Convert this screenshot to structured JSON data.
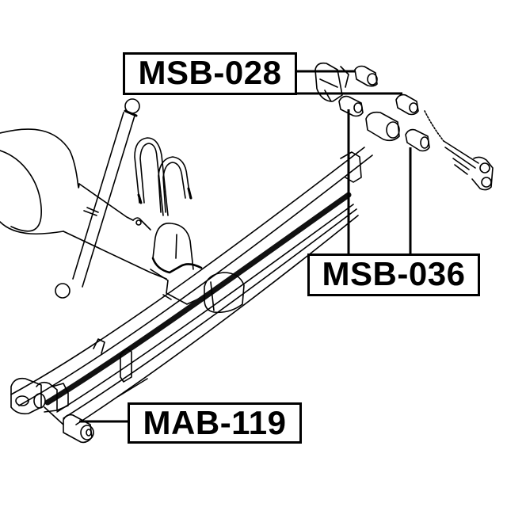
{
  "diagram": {
    "title": "Rear leaf spring suspension exploded view",
    "colors": {
      "ink": "#000000",
      "background": "#ffffff"
    },
    "callouts": [
      {
        "id": "msb-028",
        "label": "MSB-028",
        "points_to": "front shackle bushings"
      },
      {
        "id": "msb-036",
        "label": "MSB-036",
        "points_to": "spring eye / shackle bushings"
      },
      {
        "id": "mab-119",
        "label": "MAB-119",
        "points_to": "rear spring eye bushing"
      }
    ],
    "components": [
      "shock-absorber",
      "u-bolts",
      "axle-housing",
      "bump-stop-bracket",
      "leaf-spring",
      "shackle",
      "shackle-bolt",
      "spring-eye-bushing"
    ]
  }
}
